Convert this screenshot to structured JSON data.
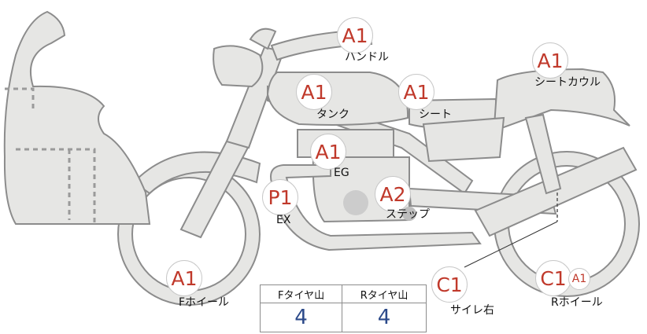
{
  "grades": {
    "handle": "A1",
    "seat_cowl": "A1",
    "tank": "A1",
    "seat": "A1",
    "engine": "A1",
    "exhaust": "P1",
    "step": "A2",
    "front_wheel": "A1",
    "side_cover_right": "C1",
    "rear_wheel": "C1",
    "rear_wheel_sub": "A1"
  },
  "labels": {
    "handle": "ハンドル",
    "seat_cowl": "シートカウル",
    "tank": "タンク",
    "seat": "シート",
    "engine": "EG",
    "exhaust": "EX",
    "step": "ステップ",
    "front_wheel": "Fホイール",
    "side_cover_right": "サイレ右",
    "rear_wheel": "Rホイール"
  },
  "tire_table": {
    "front_header": "Fタイヤ山",
    "rear_header": "Rタイヤ山",
    "front_value": "4",
    "rear_value": "4"
  }
}
